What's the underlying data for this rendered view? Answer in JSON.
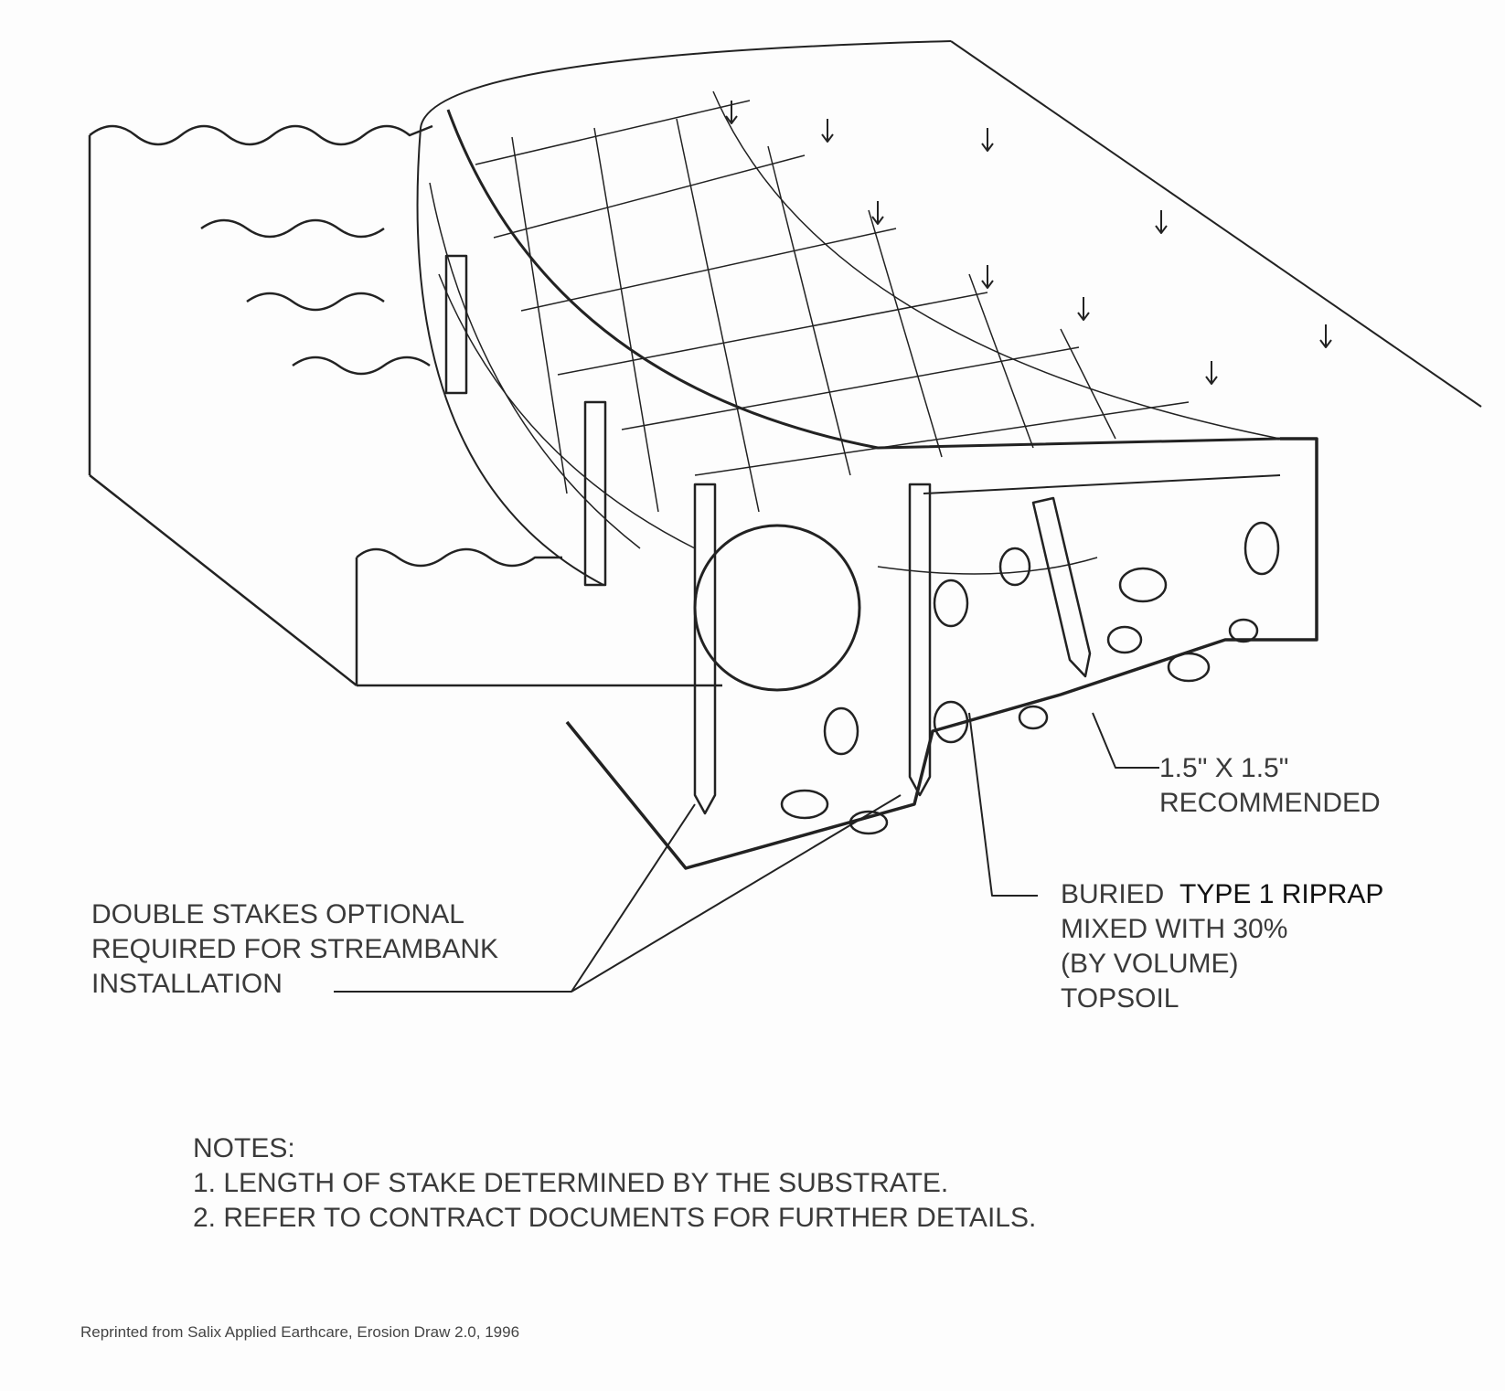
{
  "callouts": {
    "stake_size": [
      "1.5\" X 1.5\"",
      "RECOMMENDED"
    ],
    "riprap": {
      "line1_prefix": "BURIED",
      "line1_emph": "TYPE 1 RIPRAP",
      "lines": [
        "MIXED WITH 30%",
        "(BY VOLUME)",
        "TOPSOIL"
      ]
    },
    "double_stakes": [
      "DOUBLE STAKES OPTIONAL",
      "REQUIRED FOR STREAMBANK",
      "INSTALLATION"
    ]
  },
  "notes": {
    "title": "NOTES:",
    "items": [
      "1.  LENGTH OF STAKE DETERMINED BY THE SUBSTRATE.",
      "2.  REFER TO CONTRACT DOCUMENTS FOR FURTHER DETAILS."
    ]
  },
  "credit": "Reprinted from Salix Applied Earthcare, Erosion Draw 2.0, 1996"
}
